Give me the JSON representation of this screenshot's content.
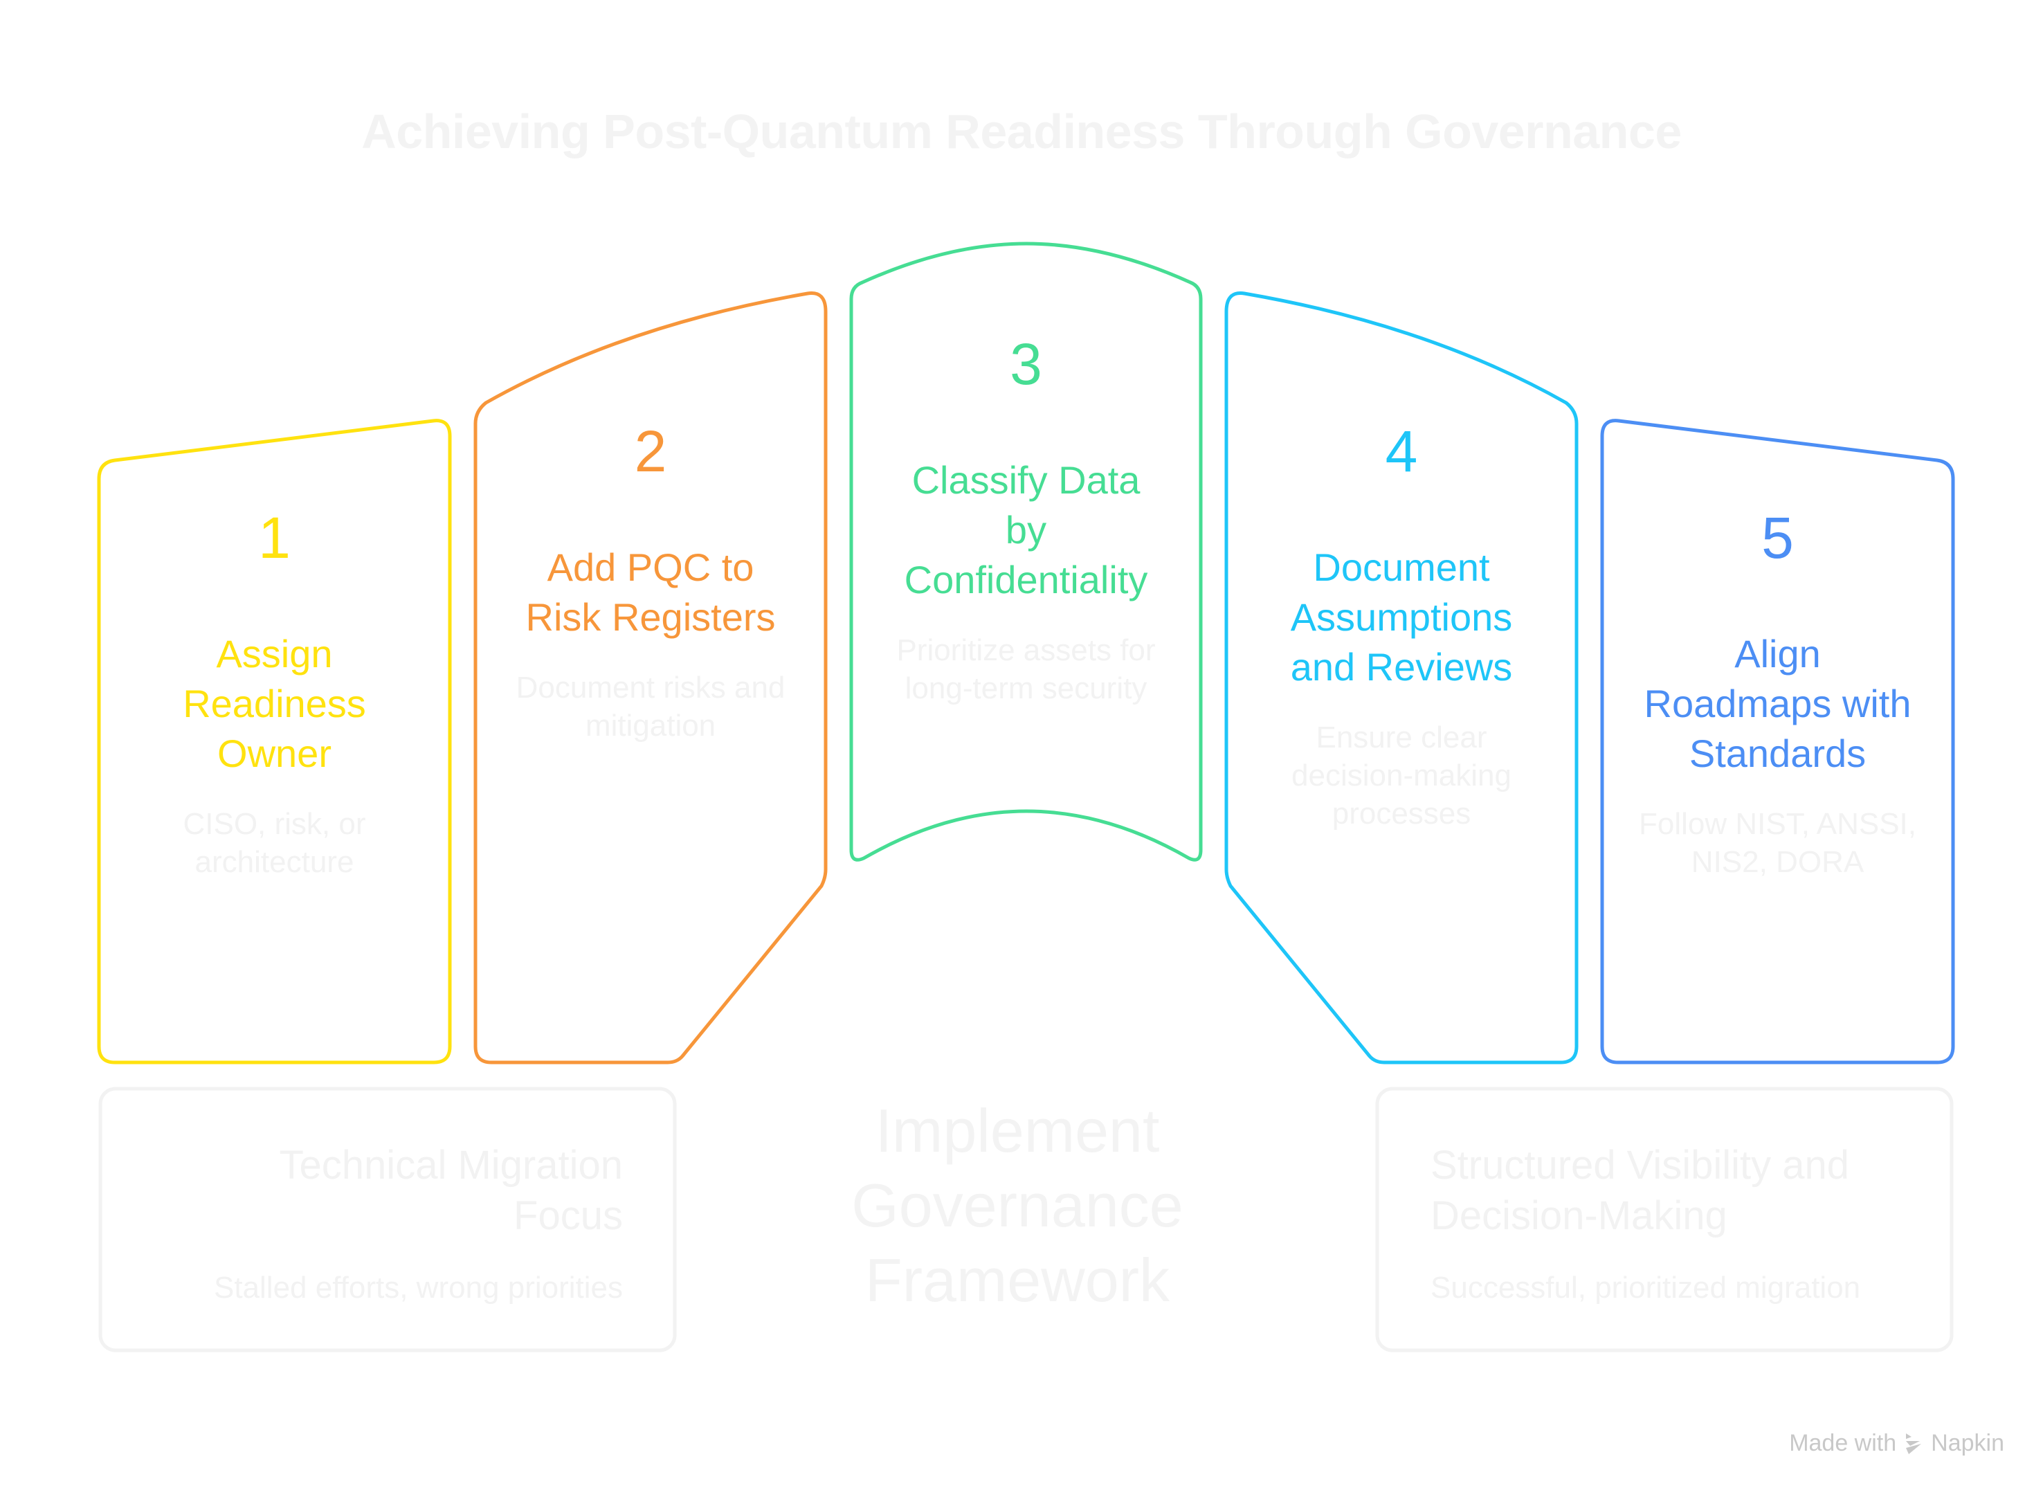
{
  "title": "Achieving Post-Quantum Readiness Through Governance",
  "colors": {
    "step1": "#FFE20F",
    "step2": "#F7963A",
    "step3": "#46DD93",
    "step4": "#1EC5F8",
    "step5": "#4C8EF4",
    "faint_text": "#F2F2F2",
    "faint_border": "#F2F2F2"
  },
  "steps": [
    {
      "number": "1",
      "title": "Assign Readiness Owner",
      "title_lines": [
        "Assign",
        "Readiness",
        "Owner"
      ],
      "description_lines": [
        "CISO, risk, or",
        "architecture"
      ]
    },
    {
      "number": "2",
      "title": "Add PQC to Risk Registers",
      "title_lines": [
        "Add PQC to",
        "Risk Registers"
      ],
      "description_lines": [
        "Document risks and",
        "mitigation"
      ]
    },
    {
      "number": "3",
      "title": "Classify Data by Confidentiality",
      "title_lines": [
        "Classify Data",
        "by",
        "Confidentiality"
      ],
      "description_lines": [
        "Prioritize assets for",
        "long-term security"
      ]
    },
    {
      "number": "4",
      "title": "Document Assumptions and Reviews",
      "title_lines": [
        "Document",
        "Assumptions",
        "and Reviews"
      ],
      "description_lines": [
        "Ensure clear",
        "decision-making",
        "processes"
      ]
    },
    {
      "number": "5",
      "title": "Align Roadmaps with Standards",
      "title_lines": [
        "Align",
        "Roadmaps with",
        "Standards"
      ],
      "description_lines": [
        "Follow NIST, ANSSI,",
        "NIS2, DORA"
      ]
    }
  ],
  "outcomes": {
    "left": {
      "title_lines": [
        "Technical Migration",
        "Focus"
      ],
      "description": "Stalled efforts, wrong priorities"
    },
    "center": {
      "lines": [
        "Implement",
        "Governance",
        "Framework"
      ]
    },
    "right": {
      "title_lines": [
        "Structured Visibility and",
        "Decision-Making"
      ],
      "description": "Successful, prioritized migration"
    }
  },
  "watermark": {
    "prefix": "Made with",
    "brand": "Napkin",
    "icon": "napkin-logo-icon"
  }
}
